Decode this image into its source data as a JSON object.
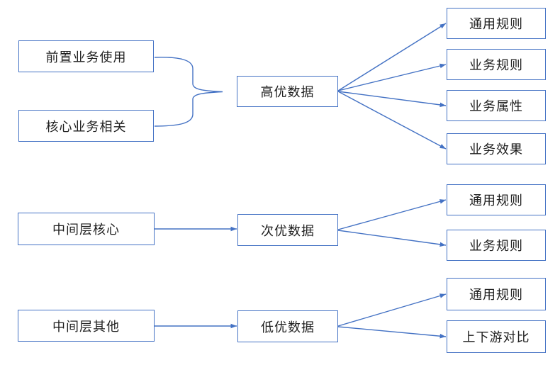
{
  "diagram": {
    "accent_color": "#4472C4",
    "text_color": "#1f1f1f",
    "background_color": "#ffffff",
    "groups": [
      {
        "name": "high-priority-data",
        "sources": [
          {
            "label": "前置业务使用"
          },
          {
            "label": "核心业务相关"
          }
        ],
        "source_connector": "curly-brace",
        "hub": {
          "label": "高优数据"
        },
        "targets": [
          {
            "label": "通用规则"
          },
          {
            "label": "业务规则"
          },
          {
            "label": "业务属性"
          },
          {
            "label": "业务效果"
          }
        ]
      },
      {
        "name": "second-priority-data",
        "sources": [
          {
            "label": "中间层核心"
          }
        ],
        "source_connector": "arrow",
        "hub": {
          "label": "次优数据"
        },
        "targets": [
          {
            "label": "通用规则"
          },
          {
            "label": "业务规则"
          }
        ]
      },
      {
        "name": "low-priority-data",
        "sources": [
          {
            "label": "中间层其他"
          }
        ],
        "source_connector": "arrow",
        "hub": {
          "label": "低优数据"
        },
        "targets": [
          {
            "label": "通用规则"
          },
          {
            "label": "上下游对比"
          }
        ]
      }
    ]
  }
}
